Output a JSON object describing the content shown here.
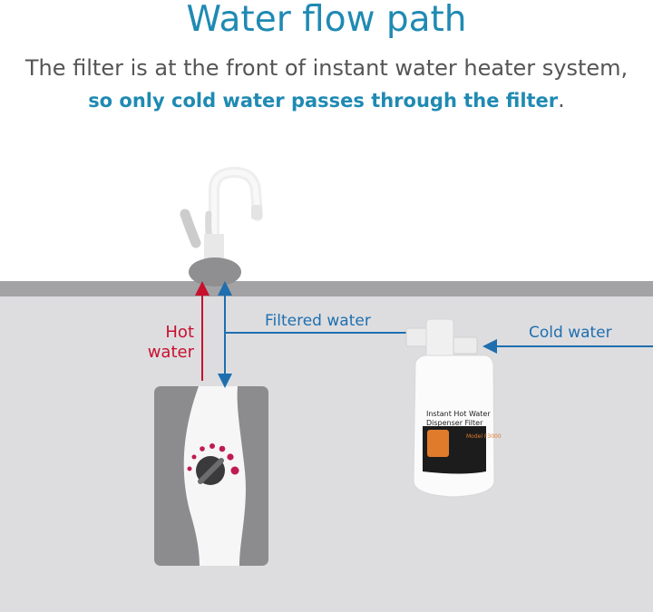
{
  "title": "Water flow path",
  "subtitle": {
    "text_plain": "The filter is at the front of instant water heater system,",
    "text_highlight": "so only cold water passes through the filter",
    "text_end": "."
  },
  "labels": {
    "hot_water_line1": "Hot",
    "hot_water_line2": "water",
    "filtered_water": "Filtered water",
    "cold_water": "Cold water"
  },
  "filter_product": {
    "line1": "Instant Hot Water",
    "line2": "Dispenser Filter",
    "model": "Model F3000"
  },
  "colors": {
    "accent_blue": "#1f8ab3",
    "hot_red": "#c8102e",
    "flow_blue": "#1f6fae",
    "counter_gray": "#a3a3a5",
    "cabinet_gray": "#dddde0"
  }
}
